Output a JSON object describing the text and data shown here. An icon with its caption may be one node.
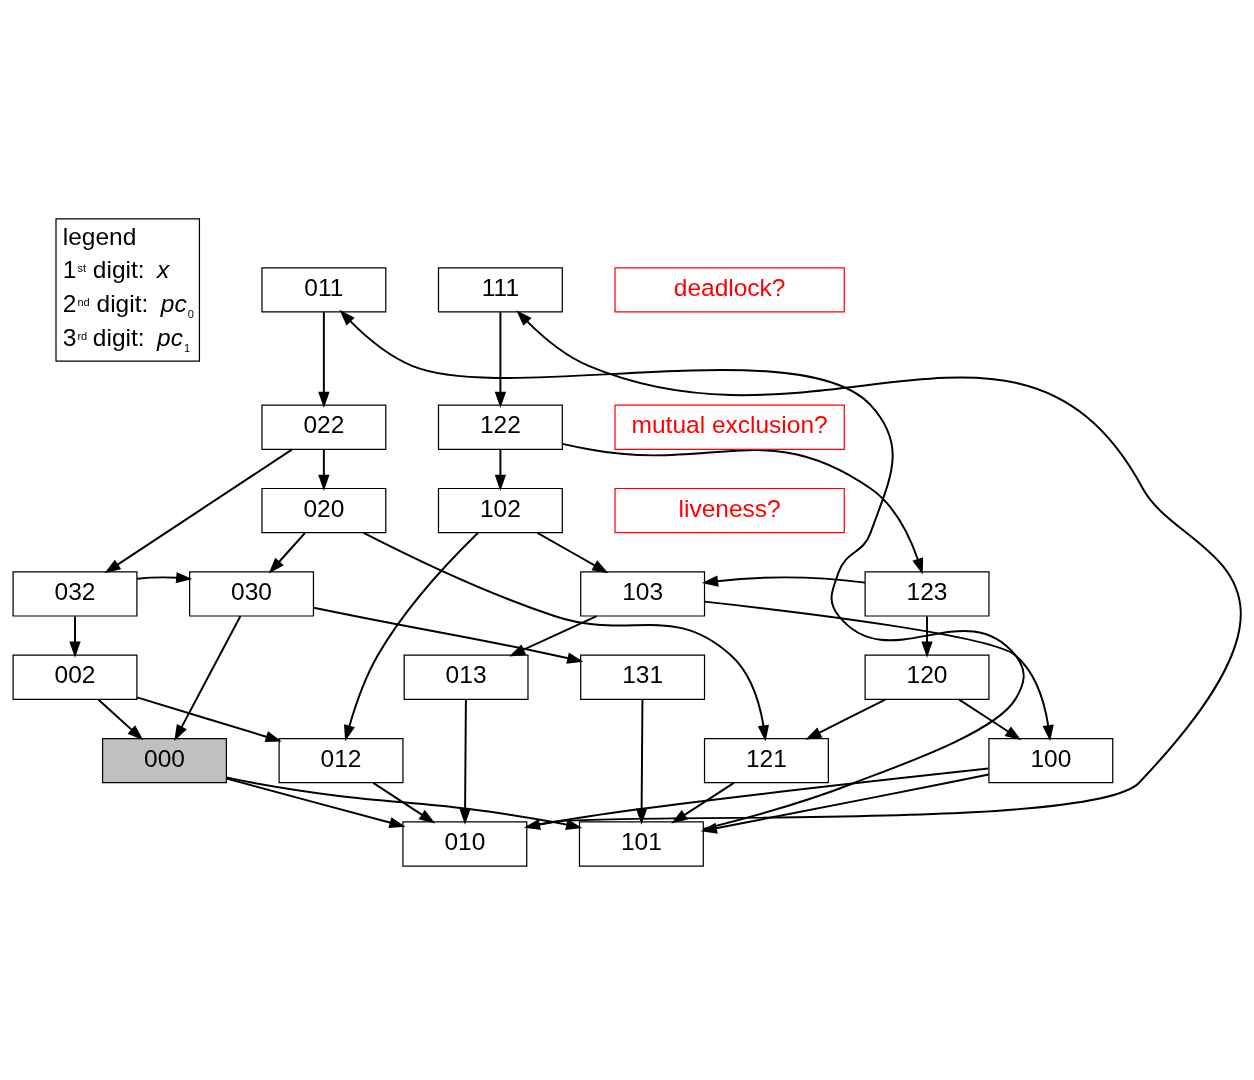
{
  "diagram": {
    "nodes": [
      {
        "text": [
          "011"
        ]
      },
      {
        "text": [
          "111"
        ]
      },
      {
        "text": [
          "022"
        ]
      },
      {
        "text": [
          "122"
        ]
      },
      {
        "text": [
          "020"
        ]
      },
      {
        "text": [
          "102"
        ]
      },
      {
        "text": [
          "032"
        ]
      },
      {
        "text": [
          "030"
        ]
      },
      {
        "text": [
          "103"
        ]
      },
      {
        "text": [
          "123"
        ]
      },
      {
        "text": [
          "002"
        ]
      },
      {
        "text": [
          "013"
        ]
      },
      {
        "text": [
          "131"
        ]
      },
      {
        "text": [
          "120"
        ]
      },
      {
        "text": [
          "000"
        ]
      },
      {
        "text": [
          "012"
        ]
      },
      {
        "text": [
          "121"
        ]
      },
      {
        "text": [
          "100"
        ]
      },
      {
        "text": [
          "010"
        ]
      },
      {
        "text": [
          "101"
        ]
      },
      {
        "text": [
          "deadlock?"
        ]
      },
      {
        "text": [
          "mutual exclusion?"
        ]
      },
      {
        "text": [
          "liveness?"
        ]
      }
    ],
    "edges": [
      {
        "from": 0,
        "to": 2,
        "arrow": "to"
      },
      {
        "from": 1,
        "to": 3,
        "arrow": "to"
      },
      {
        "from": 2,
        "to": 4,
        "arrow": "to"
      },
      {
        "from": 2,
        "to": 6,
        "arrow": "to"
      },
      {
        "from": 3,
        "to": 5,
        "arrow": "to"
      },
      {
        "from": 3,
        "to": 9,
        "arrow": "to"
      },
      {
        "from": 4,
        "to": 7,
        "arrow": "to"
      },
      {
        "from": 4,
        "to": 16,
        "arrow": "to"
      },
      {
        "from": 5,
        "to": 8,
        "arrow": "to"
      },
      {
        "from": 5,
        "to": 15,
        "arrow": "to"
      },
      {
        "from": 6,
        "to": 7,
        "arrow": "to"
      },
      {
        "from": 6,
        "to": 10,
        "arrow": "to"
      },
      {
        "from": 7,
        "to": 14,
        "arrow": "to"
      },
      {
        "from": 7,
        "to": 12,
        "arrow": "to"
      },
      {
        "from": 8,
        "to": 11,
        "arrow": "to"
      },
      {
        "from": 8,
        "to": 17,
        "arrow": "to"
      },
      {
        "from": 9,
        "to": 8,
        "arrow": "to"
      },
      {
        "from": 9,
        "to": 13,
        "arrow": "to"
      },
      {
        "from": 10,
        "to": 14,
        "arrow": "to"
      },
      {
        "from": 10,
        "to": 15,
        "arrow": "to"
      },
      {
        "from": 11,
        "to": 18,
        "arrow": "to"
      },
      {
        "from": 12,
        "to": 19,
        "arrow": "to"
      },
      {
        "from": 13,
        "to": 16,
        "arrow": "to"
      },
      {
        "from": 13,
        "to": 17,
        "arrow": "to"
      },
      {
        "from": 14,
        "to": 18,
        "arrow": "to"
      },
      {
        "from": 14,
        "to": 19,
        "arrow": "to"
      },
      {
        "from": 15,
        "to": 18,
        "arrow": "to"
      },
      {
        "from": 16,
        "to": 19,
        "arrow": "to"
      },
      {
        "from": 17,
        "to": 18,
        "arrow": "to"
      },
      {
        "from": 17,
        "to": 19,
        "arrow": "to"
      },
      {
        "from": 18,
        "to": 1,
        "arrow": "to"
      },
      {
        "from": 19,
        "to": 0,
        "arrow": "to"
      }
    ],
    "labels": [
      "legend",
      "1$^{st}$ digit: *x*",
      "2$^{nd}$ digit: *pc*$_{0}$",
      "3$^{rd}$ digit: *pc*$_{1}$"
    ]
  }
}
